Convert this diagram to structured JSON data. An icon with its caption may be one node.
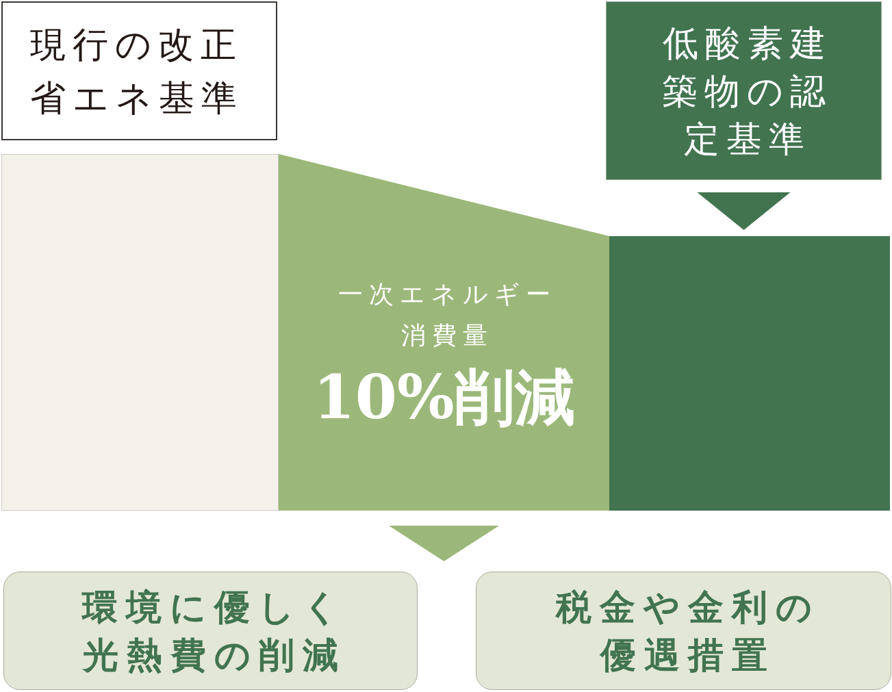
{
  "diagram": {
    "nodes": [
      {
        "text": [
          "現行の改正省エネ基準"
        ]
      },
      {
        "text": [
          "低酸素建築物の認定基準"
        ]
      },
      {
        "text": [],
        "shape": "bar"
      },
      {
        "text": [
          "一次エネルギー消費量",
          "10%削減"
        ]
      },
      {
        "text": [],
        "shape": "bar"
      },
      {
        "text": [
          "環境に優しく光熱費の削減"
        ]
      },
      {
        "text": [
          "税金や金利の優遇措置"
        ]
      }
    ],
    "edges": [
      {
        "from": 1,
        "to": 4,
        "arrow": "to",
        "color": "#41744f"
      },
      {
        "from": 3,
        "to": null,
        "arrow": "to"
      }
    ]
  }
}
